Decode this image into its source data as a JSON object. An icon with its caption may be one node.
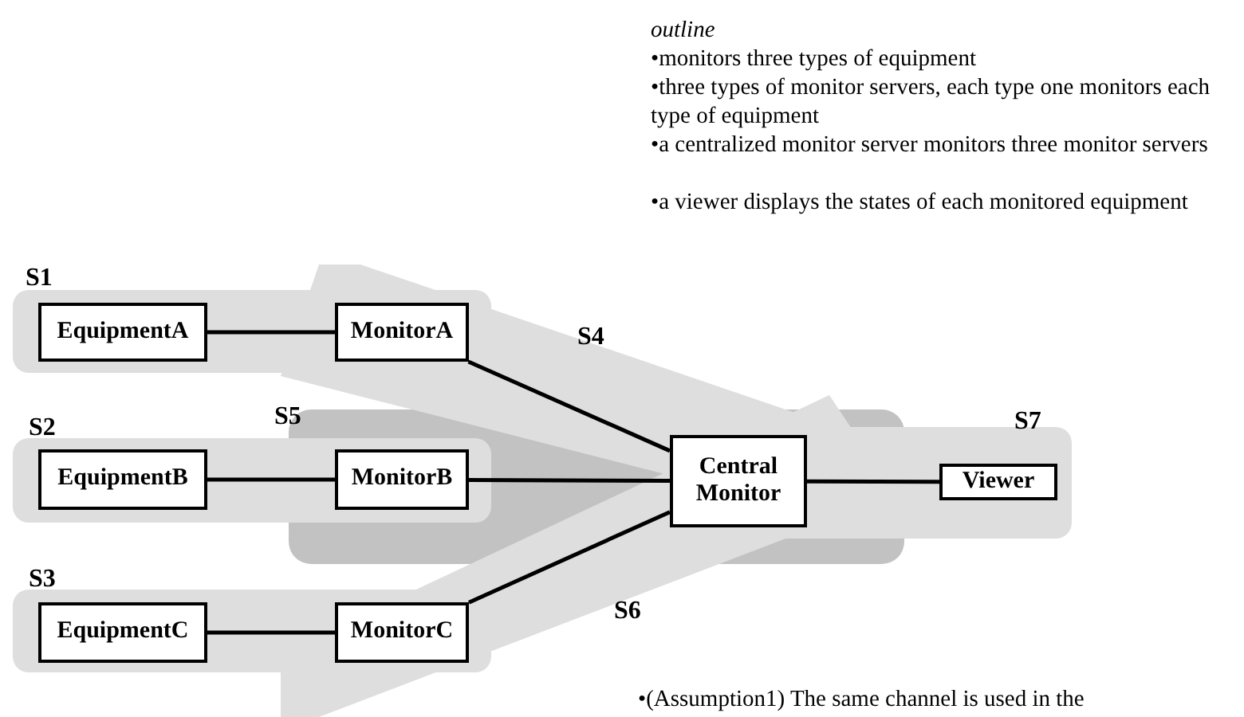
{
  "diagram": {
    "nodes": [
      {
        "text": [
          "EquipmentA"
        ]
      },
      {
        "text": [
          "MonitorA"
        ]
      },
      {
        "text": [
          "EquipmentB"
        ]
      },
      {
        "text": [
          "MonitorB"
        ]
      },
      {
        "text": [
          "EquipmentC"
        ]
      },
      {
        "text": [
          "MonitorC"
        ]
      },
      {
        "text": [
          "Central Monitor"
        ]
      },
      {
        "text": [
          "Viewer"
        ]
      }
    ],
    "edges": [
      {
        "from": 0,
        "to": 1,
        "arrow": "none"
      },
      {
        "from": 2,
        "to": 3,
        "arrow": "none"
      },
      {
        "from": 4,
        "to": 5,
        "arrow": "none"
      },
      {
        "from": 1,
        "to": 6,
        "arrow": "none"
      },
      {
        "from": 3,
        "to": 6,
        "arrow": "none"
      },
      {
        "from": 5,
        "to": 6,
        "arrow": "none"
      },
      {
        "from": 6,
        "to": 7,
        "arrow": "none"
      }
    ],
    "labels": [
      "outline",
      "•monitors three types of equipment",
      "•three types of monitor servers, each type one monitors each type of equipment",
      "•a centralized monitor server monitors three monitor servers",
      "•a viewer displays the states of each monitored equipment",
      "S1",
      "S4",
      "S2",
      "S5",
      "S7",
      "S3",
      "S6",
      "•(Assumption1) The same channel is used in the"
    ]
  }
}
